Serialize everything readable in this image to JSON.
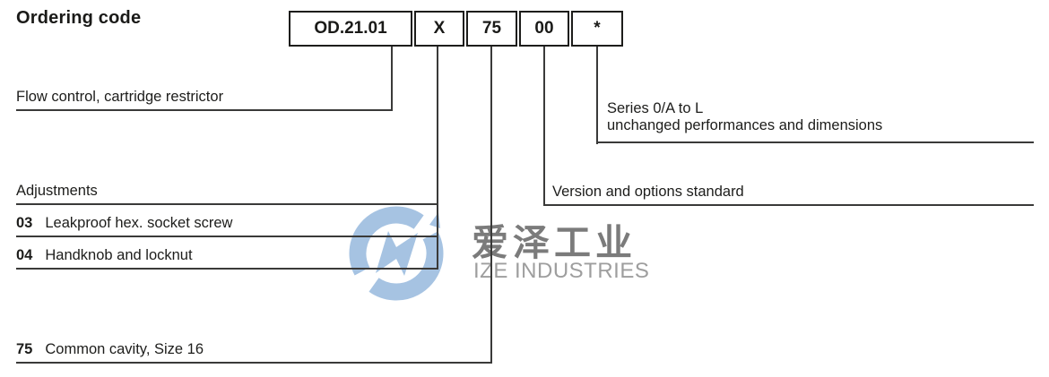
{
  "header": {
    "title": "Ordering code"
  },
  "code_boxes": [
    {
      "label": "OD.21.01"
    },
    {
      "label": "X"
    },
    {
      "label": "75"
    },
    {
      "label": "00"
    },
    {
      "label": "*"
    }
  ],
  "labels": {
    "flow": "Flow control, cartridge restrictor",
    "series": {
      "line1": "Series 0/A to L",
      "line2": "unchanged performances and dimensions"
    },
    "adjustments_title": "Adjustments",
    "adjustments": [
      {
        "code": "03",
        "label": "Leakproof hex. socket screw"
      },
      {
        "code": "04",
        "label": "Handknob and locknut"
      }
    ],
    "version": "Version and options standard",
    "cavity": {
      "code": "75",
      "label": "Common cavity, Size 16"
    }
  },
  "watermark": {
    "cn": "爱泽工业",
    "en": "IZE INDUSTRIES"
  },
  "colors": {
    "text": "#1d1d1b",
    "line": "#3a3a39",
    "logo_blue": "#a6c3e2",
    "watermark_cn": "#7b7b7b",
    "watermark_en": "#9e9e9e",
    "background": "#ffffff"
  }
}
